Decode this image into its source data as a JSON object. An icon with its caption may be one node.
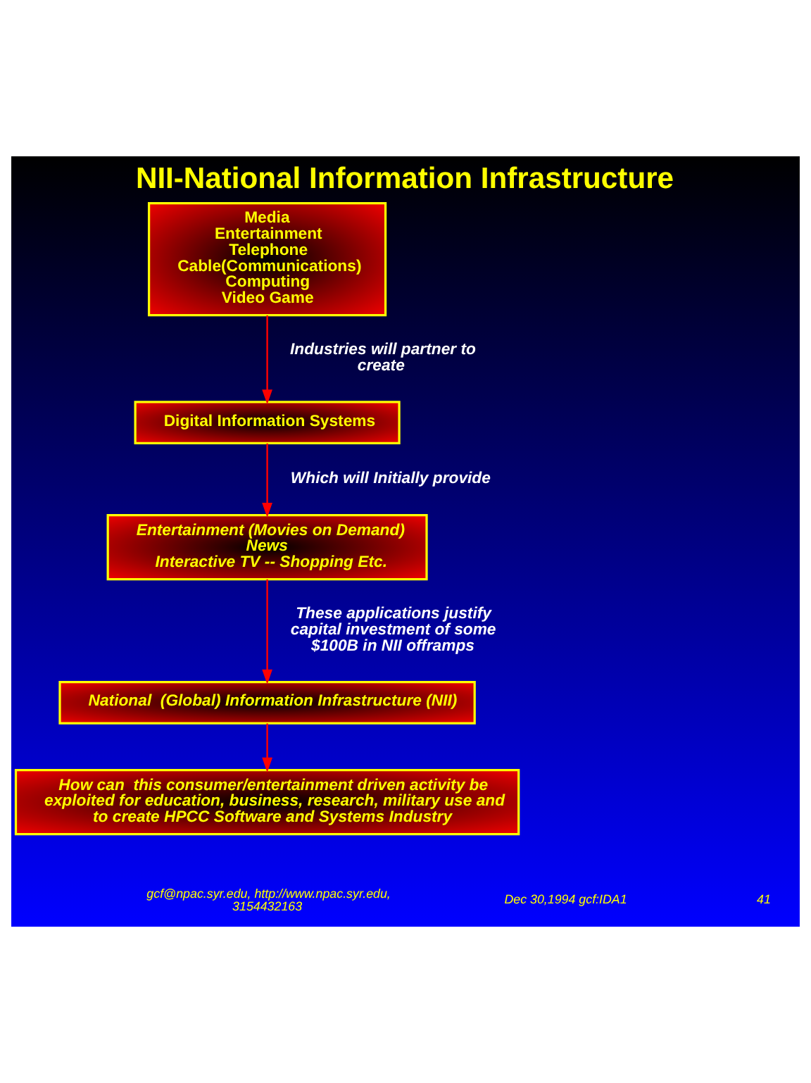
{
  "diagram": {
    "title": "NII-National Information Infrastructure",
    "nodes": [
      {
        "text": [
          "Media",
          "Entertainment",
          "Telephone",
          "Cable(Communications)",
          "Computing",
          "Video Game"
        ]
      },
      {
        "text": [
          "Digital Information Systems"
        ]
      },
      {
        "text": [
          "Entertainment (Movies on Demand)",
          "News",
          "Interactive TV -- Shopping Etc."
        ]
      },
      {
        "text": [
          "National  (Global) Information Infrastructure (NII)"
        ]
      },
      {
        "text": [
          "How can  this consumer/entertainment driven activity be exploited for education, business, research, military use and to create HPCC Software and Systems Industry"
        ]
      }
    ],
    "edges": [
      {
        "from": 0,
        "to": 1,
        "arrow": "to",
        "label": "Industries will partner to create"
      },
      {
        "from": 1,
        "to": 2,
        "arrow": "to",
        "label": "Which will Initially provide"
      },
      {
        "from": 2,
        "to": 3,
        "arrow": "to",
        "label": "These applications justify capital investment of some $100B in NII offramps"
      },
      {
        "from": 3,
        "to": 4,
        "arrow": "to"
      }
    ],
    "labels": [
      "gcf@npac.syr.edu, http://www.npac.syr.edu, 3154432163",
      "Dec 30,1994 gcf:IDA1",
      "41"
    ]
  }
}
